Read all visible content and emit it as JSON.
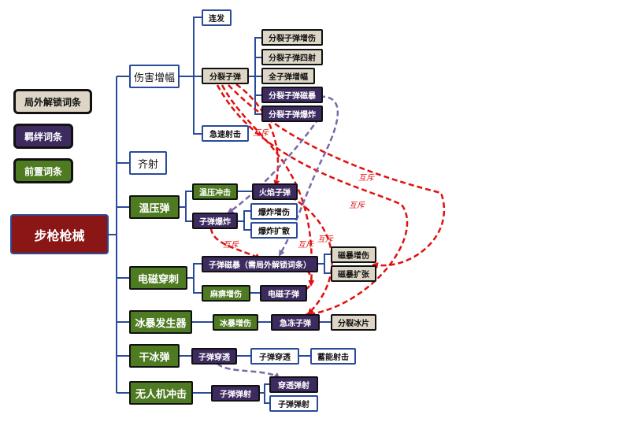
{
  "root": "步枪枪械",
  "legend": [
    {
      "id": "lg-local",
      "label": "局外解锁词条",
      "kind": "local"
    },
    {
      "id": "lg-bond",
      "label": "羁绊词条",
      "kind": "bond"
    },
    {
      "id": "lg-pre",
      "label": "前置词条",
      "kind": "pre"
    }
  ],
  "nodes": [
    {
      "id": "n-dmg",
      "label": "伤害增幅",
      "kind": "plain",
      "level": 1
    },
    {
      "id": "n-rapid",
      "label": "连发",
      "kind": "plain"
    },
    {
      "id": "n-split",
      "label": "分裂子弹",
      "kind": "local"
    },
    {
      "id": "n-split-dmg",
      "label": "分裂子弹增伤",
      "kind": "local"
    },
    {
      "id": "n-split-4",
      "label": "分裂子弹四射",
      "kind": "local"
    },
    {
      "id": "n-all-dmg",
      "label": "全子弹增幅",
      "kind": "local"
    },
    {
      "id": "n-split-storm",
      "label": "分裂子弹磁暴",
      "kind": "bond"
    },
    {
      "id": "n-split-burst",
      "label": "分裂子弹爆炸",
      "kind": "bond"
    },
    {
      "id": "n-fast",
      "label": "急速射击",
      "kind": "plain"
    },
    {
      "id": "n-multi",
      "label": "齐射",
      "kind": "plain",
      "level": 1
    },
    {
      "id": "n-pressure",
      "label": "温压弹",
      "kind": "pre",
      "level": 1
    },
    {
      "id": "n-thermo",
      "label": "温压冲击",
      "kind": "pre"
    },
    {
      "id": "n-fire",
      "label": "火焰子弹",
      "kind": "bond"
    },
    {
      "id": "n-burst",
      "label": "子弹爆炸",
      "kind": "bond"
    },
    {
      "id": "n-burst-dmg",
      "label": "爆炸增伤",
      "kind": "plain"
    },
    {
      "id": "n-burst-exp",
      "label": "爆炸扩散",
      "kind": "plain"
    },
    {
      "id": "n-em",
      "label": "电磁穿刺",
      "kind": "pre",
      "level": 1
    },
    {
      "id": "n-storm",
      "label": "子弹磁暴（需局外解锁词条）",
      "kind": "bond"
    },
    {
      "id": "n-storm-dmg",
      "label": "磁暴增伤",
      "kind": "local"
    },
    {
      "id": "n-storm-exp",
      "label": "磁暴扩张",
      "kind": "local"
    },
    {
      "id": "n-paralyze",
      "label": "麻痹增伤",
      "kind": "pre"
    },
    {
      "id": "n-em-bullet",
      "label": "电磁子弹",
      "kind": "bond"
    },
    {
      "id": "n-ice",
      "label": "冰暴发生器",
      "kind": "pre",
      "level": 1
    },
    {
      "id": "n-ice-dmg",
      "label": "冰暴增伤",
      "kind": "pre"
    },
    {
      "id": "n-frozen",
      "label": "急冻子弹",
      "kind": "bond"
    },
    {
      "id": "n-ice-split",
      "label": "分裂冰片",
      "kind": "local"
    },
    {
      "id": "n-dryice",
      "label": "干冰弹",
      "kind": "pre",
      "level": 1
    },
    {
      "id": "n-pierce",
      "label": "子弹穿透",
      "kind": "bond"
    },
    {
      "id": "n-pierce2",
      "label": "子弹穿透",
      "kind": "plain"
    },
    {
      "id": "n-charge",
      "label": "蓄能射击",
      "kind": "plain"
    },
    {
      "id": "n-drone",
      "label": "无人机冲击",
      "kind": "pre",
      "level": 1
    },
    {
      "id": "n-ricochet",
      "label": "子弹弹射",
      "kind": "bond"
    },
    {
      "id": "n-pierce-ric",
      "label": "穿透弹射",
      "kind": "bond"
    },
    {
      "id": "n-ric2",
      "label": "子弹弹射",
      "kind": "plain"
    }
  ],
  "exclusive_label": "互斥",
  "colors": {
    "line": "#2a4a9a",
    "exclusive": "#e01010",
    "link": "#7a68a8"
  }
}
